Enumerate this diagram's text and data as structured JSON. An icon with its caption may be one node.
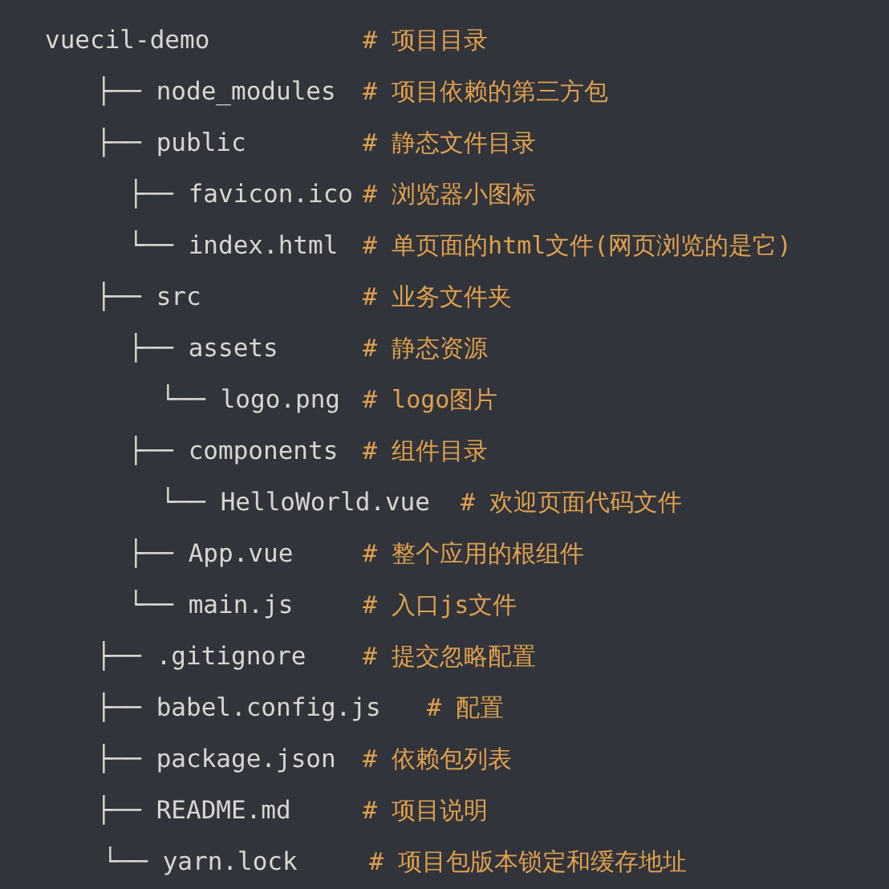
{
  "diagram": {
    "labels": [
      "vuecil-demo",
      "# 项目目录",
      "├── node_modules",
      "# 项目依赖的第三方包",
      "├── public",
      "# 静态文件目录",
      "├── favicon.ico",
      "# 浏览器小图标",
      "└── index.html",
      "# 单页面的html文件(网页浏览的是它)",
      "├── src",
      "# 业务文件夹",
      "├── assets",
      "# 静态资源",
      "└── logo.png",
      "# logo图片",
      "├── components",
      "# 组件目录",
      "└── HelloWorld.vue",
      "# 欢迎页面代码文件",
      "├── App.vue",
      "# 整个应用的根组件",
      "└── main.js",
      "# 入口js文件",
      "├── .gitignore",
      "# 提交忽略配置",
      "├── babel.config.js",
      "# 配置",
      "├── package.json",
      "# 依赖包列表",
      "├── README.md",
      "# 项目说明",
      "└── yarn.lock",
      "# 项目包版本锁定和缓存地址"
    ]
  }
}
